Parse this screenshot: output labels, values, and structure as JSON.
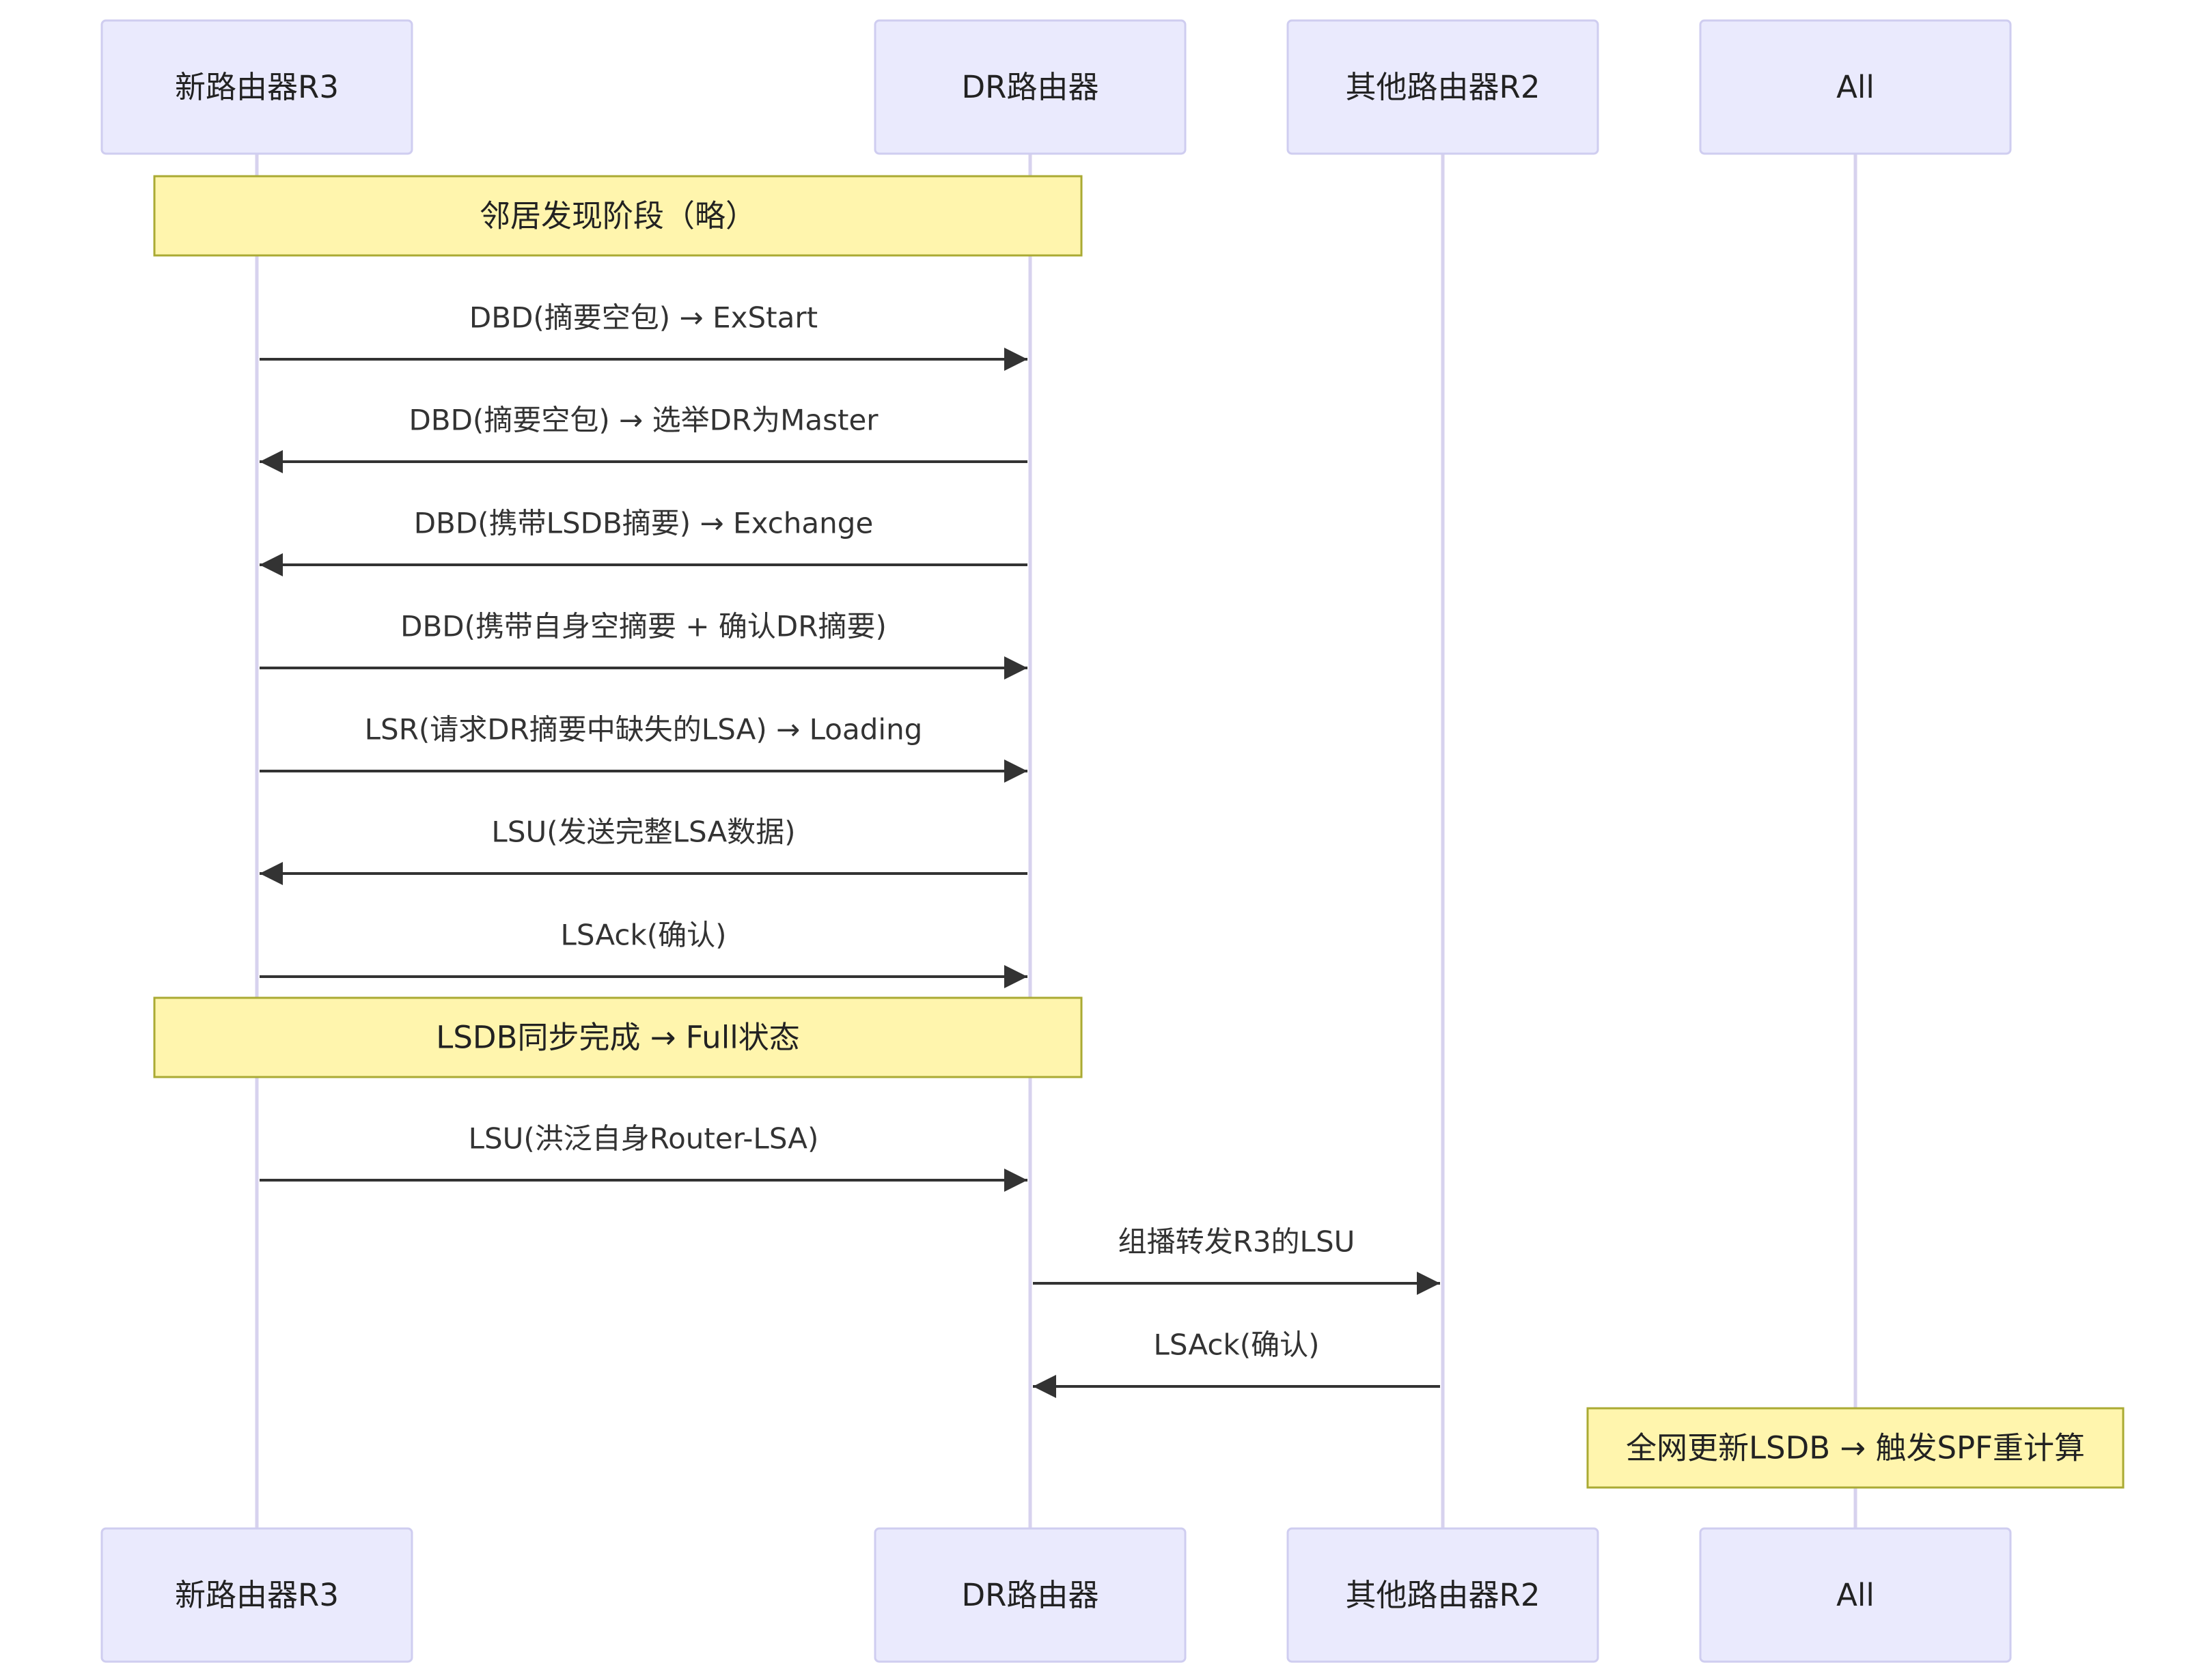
{
  "participants": [
    {
      "id": "r3",
      "label": "新路由器R3"
    },
    {
      "id": "dr",
      "label": "DR路由器"
    },
    {
      "id": "r2",
      "label": "其他路由器R2"
    },
    {
      "id": "all",
      "label": "All"
    }
  ],
  "events": [
    {
      "kind": "note",
      "over": [
        "r3",
        "dr"
      ],
      "text": "邻居发现阶段（略）"
    },
    {
      "kind": "message",
      "from": "r3",
      "to": "dr",
      "text": "DBD(摘要空包) → ExStart"
    },
    {
      "kind": "message",
      "from": "dr",
      "to": "r3",
      "text": "DBD(摘要空包) → 选举DR为Master"
    },
    {
      "kind": "message",
      "from": "dr",
      "to": "r3",
      "text": "DBD(携带LSDB摘要) → Exchange"
    },
    {
      "kind": "message",
      "from": "r3",
      "to": "dr",
      "text": "DBD(携带自身空摘要 + 确认DR摘要)"
    },
    {
      "kind": "message",
      "from": "r3",
      "to": "dr",
      "text": "LSR(请求DR摘要中缺失的LSA) → Loading"
    },
    {
      "kind": "message",
      "from": "dr",
      "to": "r3",
      "text": "LSU(发送完整LSA数据)"
    },
    {
      "kind": "message",
      "from": "r3",
      "to": "dr",
      "text": "LSAck(确认)"
    },
    {
      "kind": "note",
      "over": [
        "r3",
        "dr"
      ],
      "text": "LSDB同步完成 → Full状态"
    },
    {
      "kind": "message",
      "from": "r3",
      "to": "dr",
      "text": "LSU(洪泛自身Router-LSA)"
    },
    {
      "kind": "message",
      "from": "dr",
      "to": "r2",
      "text": "组播转发R3的LSU"
    },
    {
      "kind": "message",
      "from": "r2",
      "to": "dr",
      "text": "LSAck(确认)"
    },
    {
      "kind": "note",
      "over": [
        "all"
      ],
      "text": "全网更新LSDB → 触发SPF重计算"
    }
  ]
}
